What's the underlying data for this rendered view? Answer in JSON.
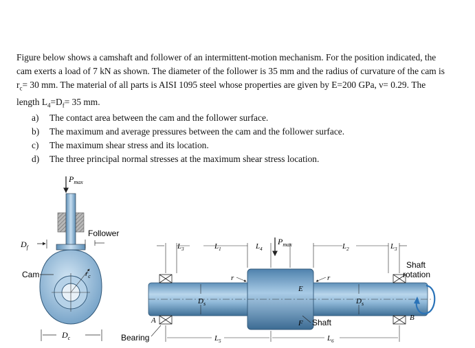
{
  "problem": {
    "intro": [
      {
        "t": "Figure below shows a camshaft and follower of an intermittent-motion mechanism. For the position indicated, the cam exerts a load of 7 kN as shown. The diameter of the follower is 35 mm and the radius of curvature of the cam is r"
      },
      {
        "sub": "c"
      },
      {
        "t": "= 30 mm. The material of all parts is AISI 1095 steel whose properties are given by E=200 GPa, "
      },
      {
        "t": "ν= 0.29. The length L"
      },
      {
        "sub": "4"
      },
      {
        "t": "=D"
      },
      {
        "sub": "f"
      },
      {
        "t": "= 35 mm."
      }
    ],
    "parts": [
      {
        "label": "a)",
        "text": "The contact area between the cam and the follower surface."
      },
      {
        "label": "b)",
        "text": "The maximum and average pressures between the cam and the follower surface."
      },
      {
        "label": "c)",
        "text": "The maximum shear stress and its location."
      },
      {
        "label": "d)",
        "text": "The three principal normal stresses at the maximum shear stress location."
      }
    ]
  },
  "figure": {
    "pmax_base": "P",
    "pmax_sub": "max",
    "follower": "Follower",
    "df_base": "D",
    "df_sub": "f",
    "cam": "Cam",
    "rc_base": "r",
    "rc_sub": "c",
    "dc_base": "D",
    "dc_sub": "c",
    "bearing": "Bearing",
    "A": "A",
    "B": "B",
    "E": "E",
    "F": "F",
    "shaft": "Shaft",
    "shaft_rotation": "Shaft\nrotation",
    "r": "r",
    "ds_base": "D",
    "ds_sub": "s",
    "L1": "1",
    "L2": "2",
    "L3": "3",
    "L4": "4",
    "L5": "5",
    "L6": "6",
    "L": "L"
  }
}
